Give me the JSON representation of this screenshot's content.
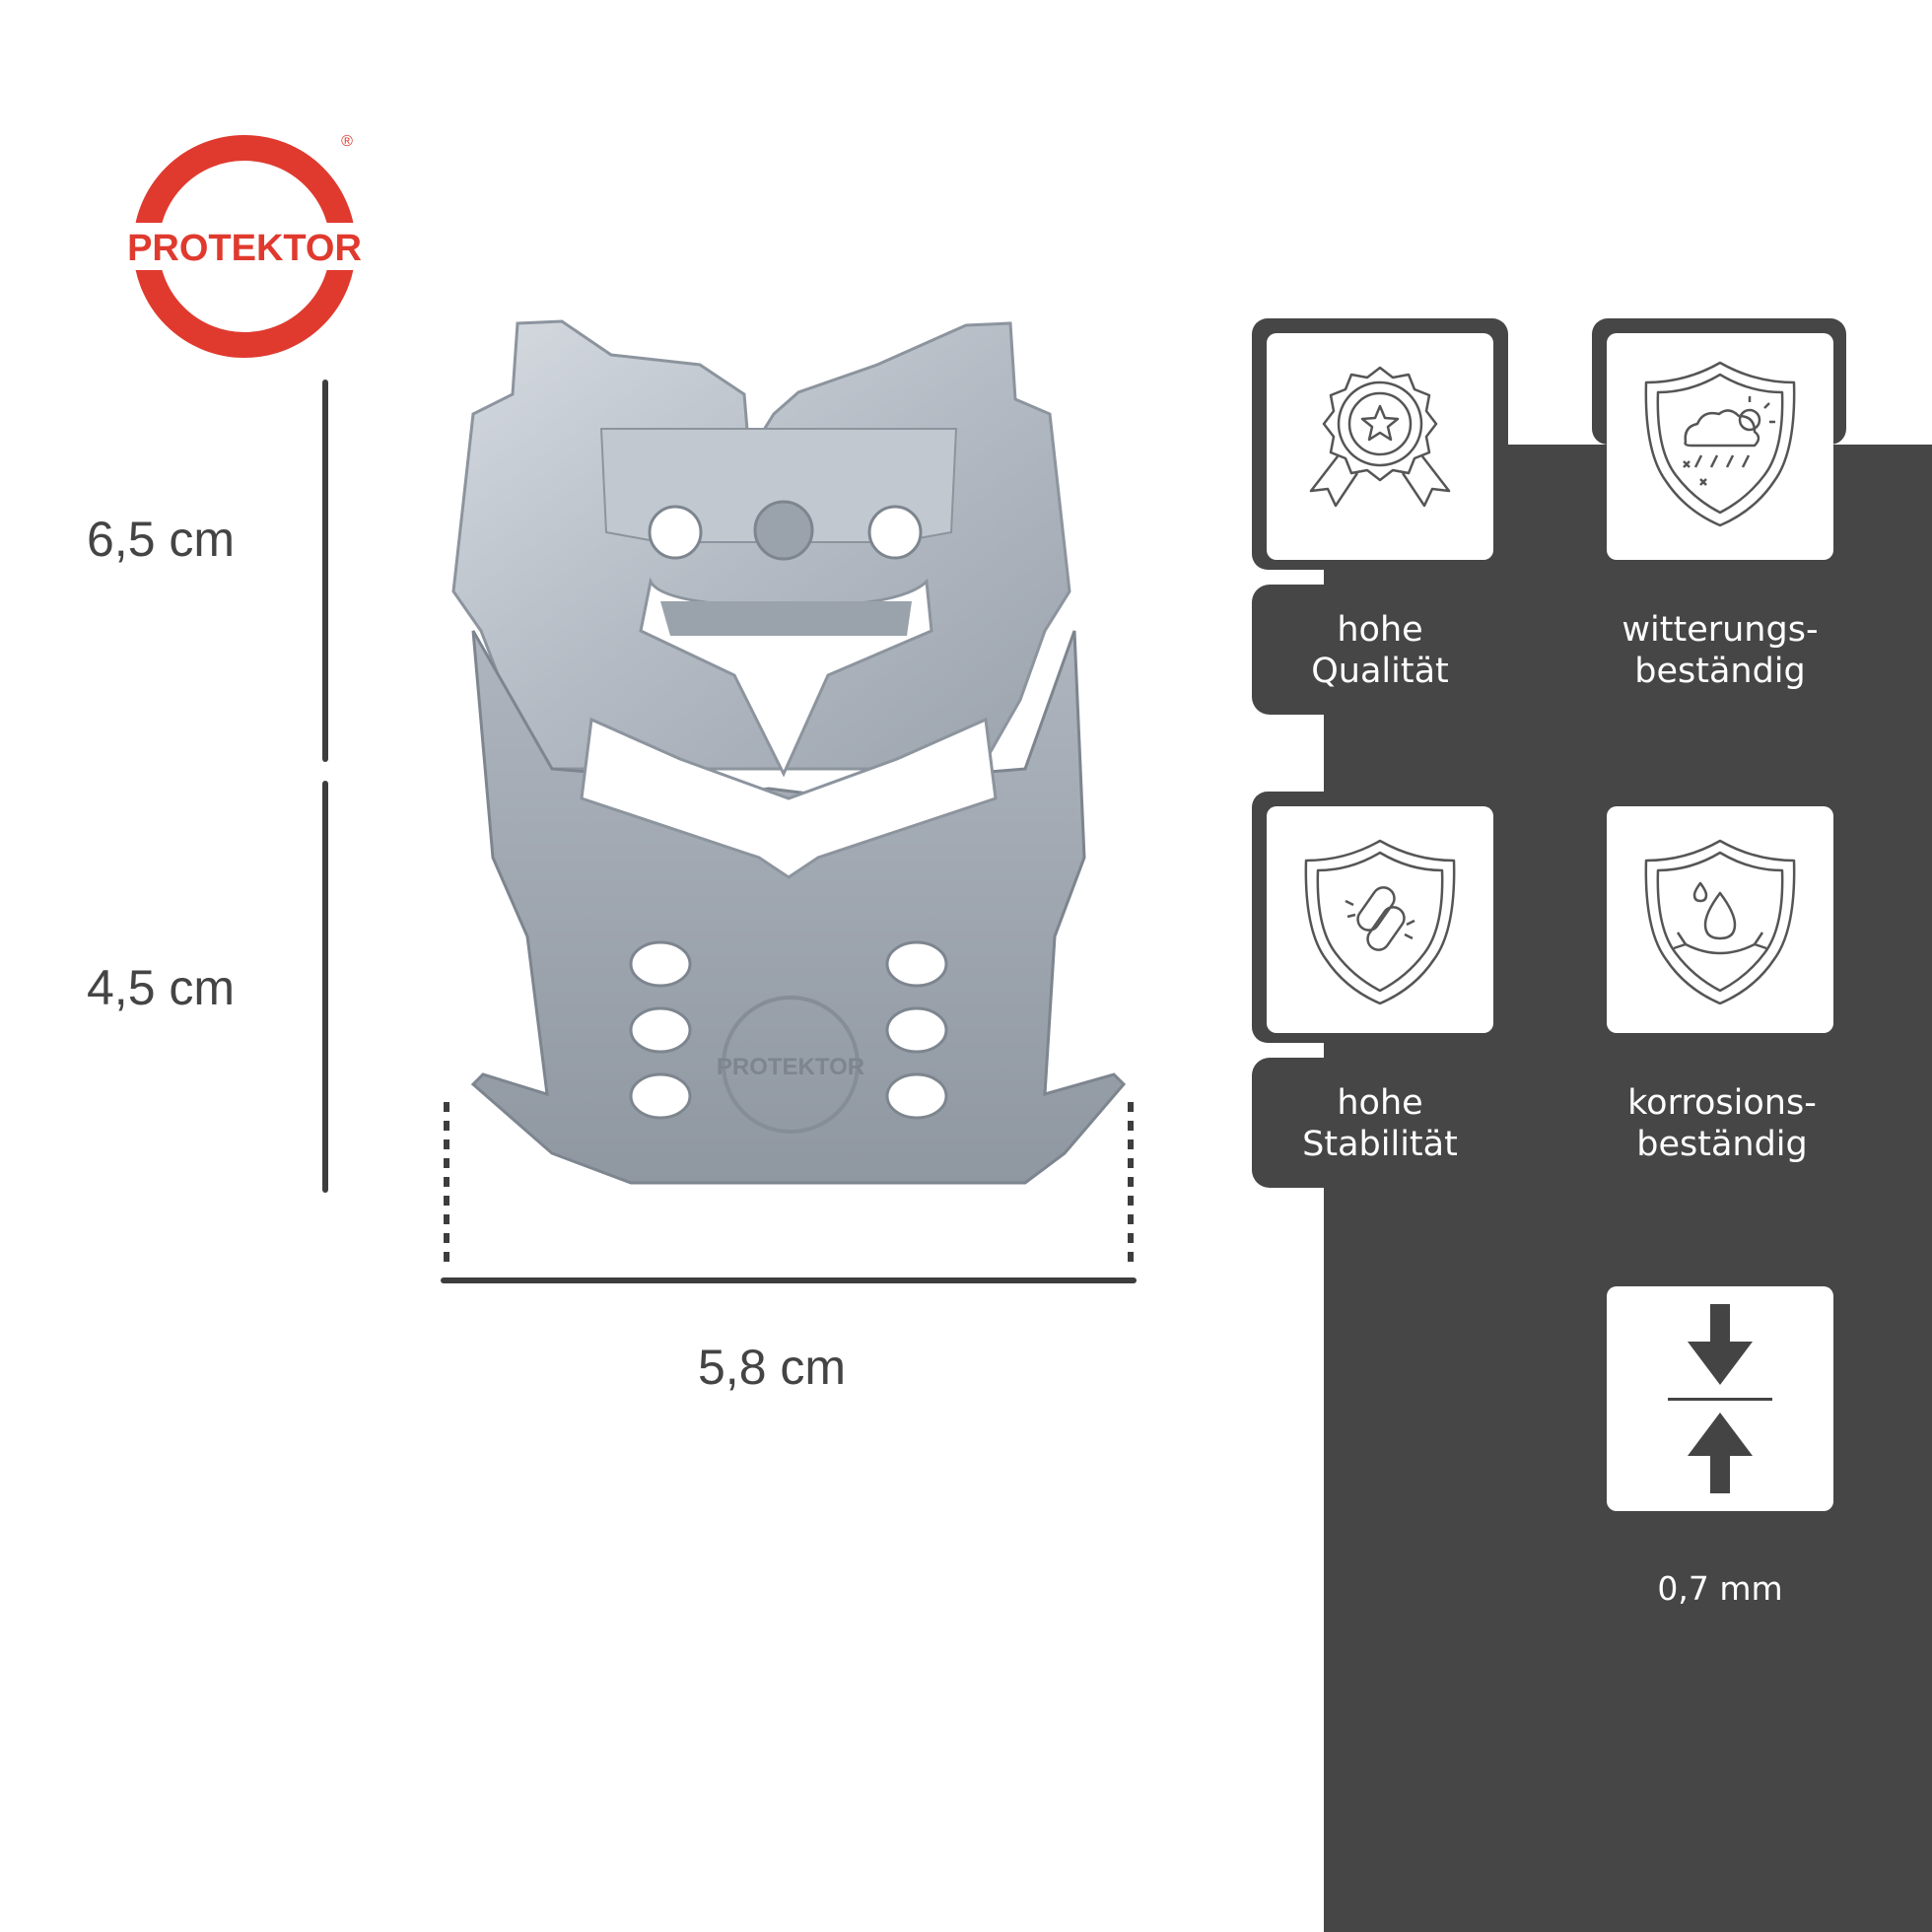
{
  "brand": {
    "name": "PROTEKTOR",
    "registered": "®",
    "color": "#e03a2f"
  },
  "dimensions": {
    "height_upper": "6,5 cm",
    "height_lower": "4,5 cm",
    "width": "5,8 cm"
  },
  "product": {
    "name": "PROTEKTOR"
  },
  "features": [
    {
      "icon": "quality-badge-icon",
      "label": "hohe\nQualität"
    },
    {
      "icon": "weather-shield-icon",
      "label": "witterungs-\nbeständig"
    },
    {
      "icon": "stability-shield-icon",
      "label": "hohe\nStabilität"
    },
    {
      "icon": "corrosion-shield-icon",
      "label": "korrosions-\nbeständig"
    }
  ],
  "thickness": {
    "icon": "thickness-arrows-icon",
    "label": "0,7 mm"
  },
  "colors": {
    "panel": "#464646",
    "text": "#444444",
    "metal": "#b9c0c9"
  }
}
